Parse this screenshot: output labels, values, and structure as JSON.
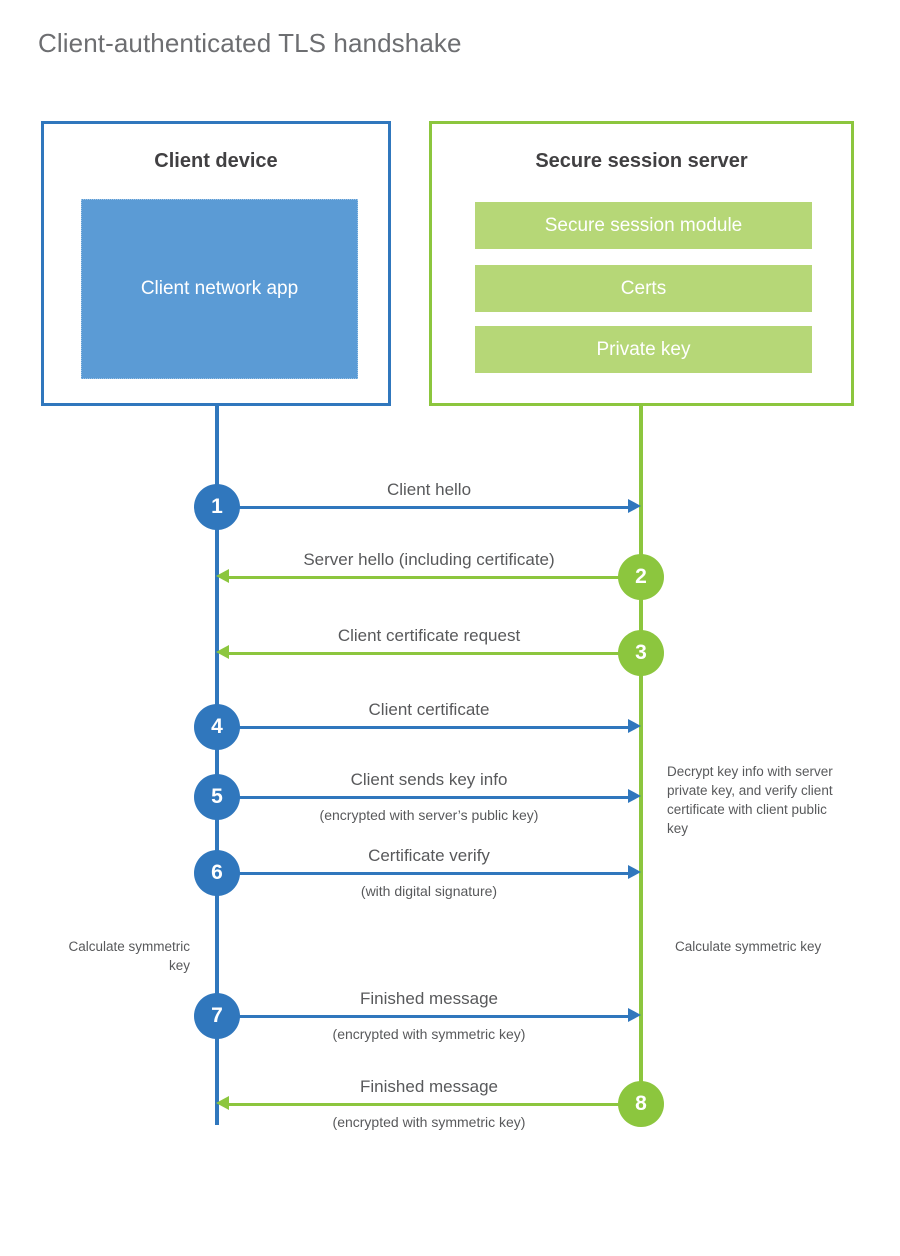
{
  "title": "Client-authenticated TLS handshake",
  "colors": {
    "blue": "#3077bd",
    "green": "#8cc63e",
    "blue_fill": "#5b9bd5",
    "green_fill": "#b6d777",
    "text": "#58595b",
    "heading": "#414042",
    "title": "#6d6e71"
  },
  "actors": {
    "client": {
      "title": "Client device",
      "component": "Client network app"
    },
    "server": {
      "title": "Secure session server",
      "components": [
        "Secure session module",
        "Certs",
        "Private key"
      ]
    }
  },
  "steps": [
    {
      "number": "1",
      "label": "Client hello",
      "sub": "",
      "direction": "client-to-server",
      "color": "blue"
    },
    {
      "number": "2",
      "label": "Server hello (including certificate)",
      "sub": "",
      "direction": "server-to-client",
      "color": "green"
    },
    {
      "number": "3",
      "label": "Client certificate request",
      "sub": "",
      "direction": "server-to-client",
      "color": "green"
    },
    {
      "number": "4",
      "label": "Client certificate",
      "sub": "",
      "direction": "client-to-server",
      "color": "blue"
    },
    {
      "number": "5",
      "label": "Client sends key info",
      "sub": "(encrypted with server’s public key)",
      "direction": "client-to-server",
      "color": "blue"
    },
    {
      "number": "6",
      "label": "Certificate verify",
      "sub": "(with digital signature)",
      "direction": "client-to-server",
      "color": "blue"
    },
    {
      "number": "7",
      "label": "Finished message",
      "sub": "(encrypted with symmetric key)",
      "direction": "client-to-server",
      "color": "blue"
    },
    {
      "number": "8",
      "label": "Finished message",
      "sub": "(encrypted with symmetric key)",
      "direction": "server-to-client",
      "color": "green"
    }
  ],
  "notes": {
    "server_decrypt": "Decrypt key info with server private key, and verify client certificate with client public key",
    "client_calculate": "Calculate symmetric key",
    "server_calculate": "Calculate symmetric key"
  }
}
